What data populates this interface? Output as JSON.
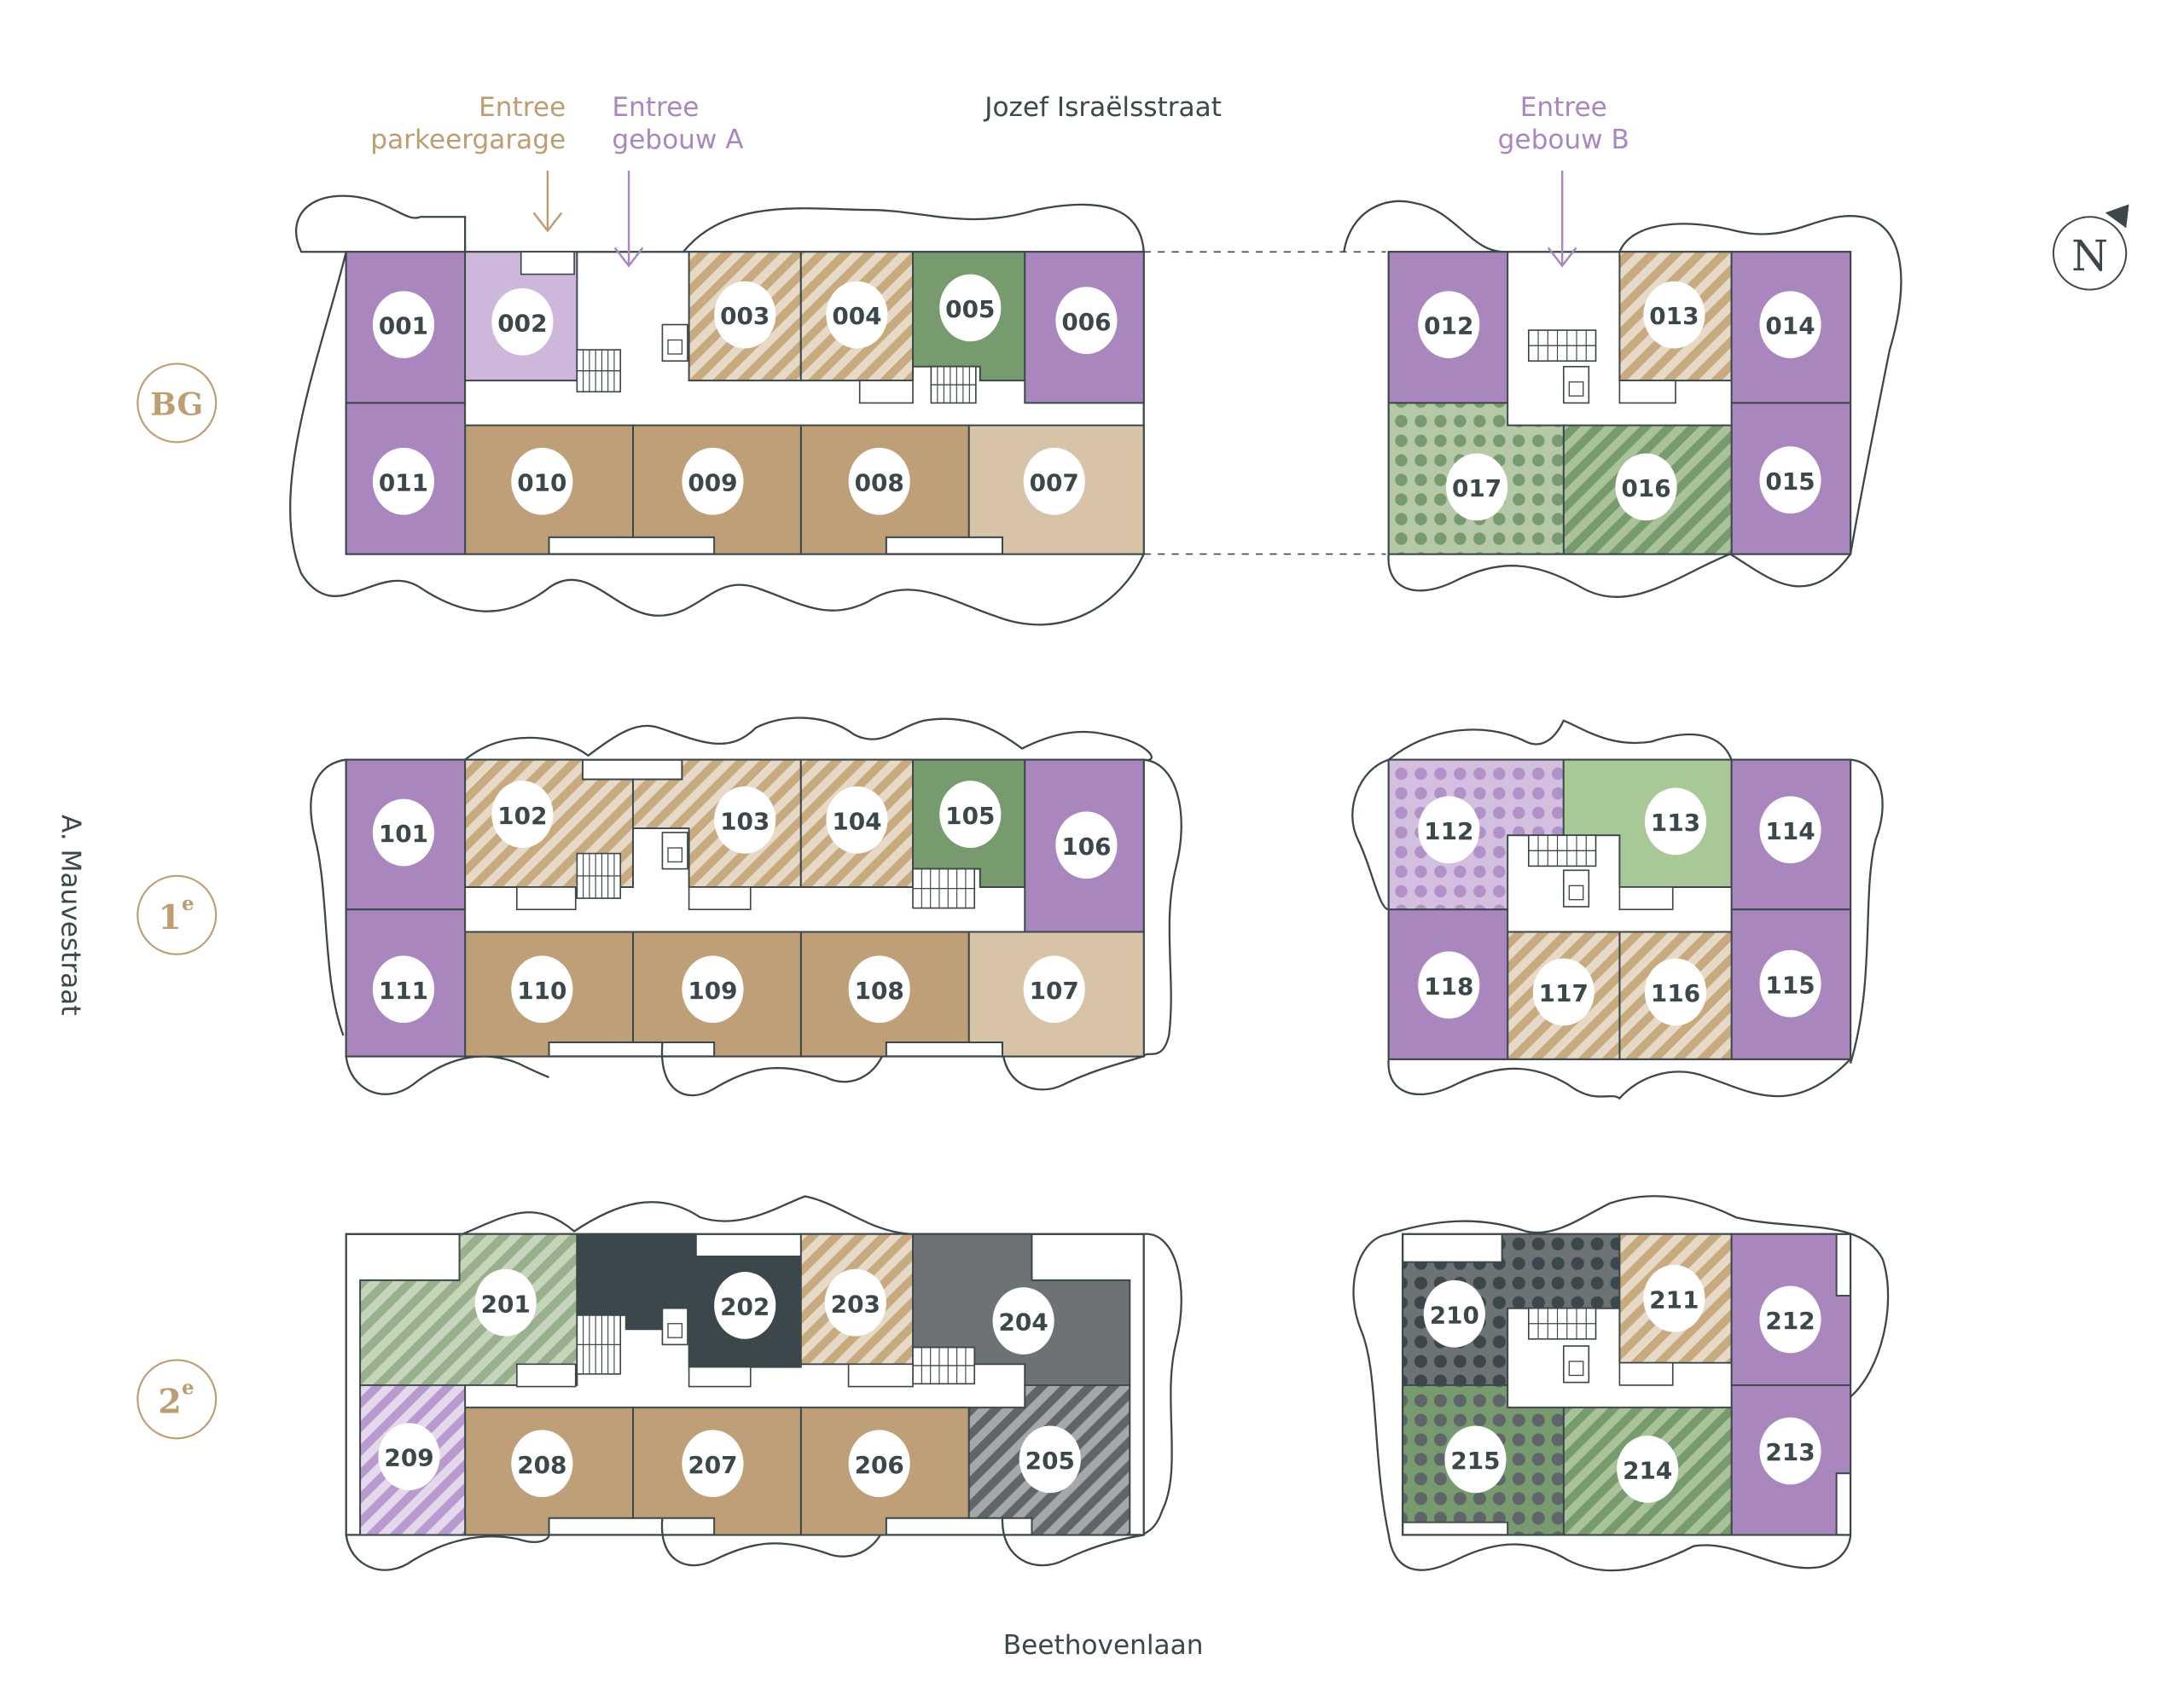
{
  "streets": {
    "north": "Jozef Israëlsstraat",
    "south": "Beethovenlaan",
    "west": "A. Mauvestraat"
  },
  "entrances": [
    {
      "id": "parking",
      "line1": "Entree",
      "line2": "parkeergarage",
      "color": "#bd9d72"
    },
    {
      "id": "building-a",
      "line1": "Entree",
      "line2": "gebouw A",
      "color": "#a987be"
    },
    {
      "id": "building-b",
      "line1": "Entree",
      "line2": "gebouw B",
      "color": "#a987be"
    }
  ],
  "compass": {
    "label": "N",
    "icon": "north-arrow-icon"
  },
  "floors": [
    {
      "id": "bg",
      "label": "BG",
      "sup": ""
    },
    {
      "id": "1",
      "label": "1",
      "sup": "e"
    },
    {
      "id": "2",
      "label": "2",
      "sup": "e"
    }
  ],
  "palette": {
    "purple": "#a987be",
    "light_purple": "#cdb8dc",
    "tan": "#bf9f77",
    "light_tan": "#d6c3a8",
    "tan_stripe_bg": "#e6d9c6",
    "green": "#779a6e",
    "light_green": "#a8c898",
    "sage_stripe_bg": "#b5c9a8",
    "dark_slate": "#3b474a",
    "grey": "#6d7275",
    "grey_stripe_bg": "#a5a7a8",
    "outline": "#3b474a"
  },
  "units": [
    {
      "num": "001",
      "fill": "purple"
    },
    {
      "num": "002",
      "fill": "light_purple"
    },
    {
      "num": "003",
      "fill": "tan_stripes"
    },
    {
      "num": "004",
      "fill": "tan_stripes"
    },
    {
      "num": "005",
      "fill": "green"
    },
    {
      "num": "006",
      "fill": "purple"
    },
    {
      "num": "007",
      "fill": "light_tan"
    },
    {
      "num": "008",
      "fill": "tan"
    },
    {
      "num": "009",
      "fill": "tan"
    },
    {
      "num": "010",
      "fill": "tan"
    },
    {
      "num": "011",
      "fill": "purple"
    },
    {
      "num": "012",
      "fill": "purple"
    },
    {
      "num": "013",
      "fill": "tan_stripes"
    },
    {
      "num": "014",
      "fill": "purple"
    },
    {
      "num": "015",
      "fill": "purple"
    },
    {
      "num": "016",
      "fill": "green_stripes"
    },
    {
      "num": "017",
      "fill": "green_dots"
    },
    {
      "num": "101",
      "fill": "purple"
    },
    {
      "num": "102",
      "fill": "tan_stripes"
    },
    {
      "num": "103",
      "fill": "tan_stripes"
    },
    {
      "num": "104",
      "fill": "tan_stripes"
    },
    {
      "num": "105",
      "fill": "green"
    },
    {
      "num": "106",
      "fill": "purple"
    },
    {
      "num": "107",
      "fill": "light_tan"
    },
    {
      "num": "108",
      "fill": "tan"
    },
    {
      "num": "109",
      "fill": "tan"
    },
    {
      "num": "110",
      "fill": "tan"
    },
    {
      "num": "111",
      "fill": "purple"
    },
    {
      "num": "112",
      "fill": "purple_dots"
    },
    {
      "num": "113",
      "fill": "light_green"
    },
    {
      "num": "114",
      "fill": "purple"
    },
    {
      "num": "115",
      "fill": "purple"
    },
    {
      "num": "116",
      "fill": "tan_stripes"
    },
    {
      "num": "117",
      "fill": "tan_stripes"
    },
    {
      "num": "118",
      "fill": "purple"
    },
    {
      "num": "201",
      "fill": "sage_stripes"
    },
    {
      "num": "202",
      "fill": "dark_slate"
    },
    {
      "num": "203",
      "fill": "tan_stripes"
    },
    {
      "num": "204",
      "fill": "grey"
    },
    {
      "num": "205",
      "fill": "grey_stripes"
    },
    {
      "num": "206",
      "fill": "tan"
    },
    {
      "num": "207",
      "fill": "tan"
    },
    {
      "num": "208",
      "fill": "tan"
    },
    {
      "num": "209",
      "fill": "purple_stripes"
    },
    {
      "num": "210",
      "fill": "grey_dots"
    },
    {
      "num": "211",
      "fill": "tan_stripes"
    },
    {
      "num": "212",
      "fill": "purple"
    },
    {
      "num": "213",
      "fill": "purple"
    },
    {
      "num": "214",
      "fill": "green_stripes"
    },
    {
      "num": "215",
      "fill": "greygreen_dots"
    }
  ]
}
